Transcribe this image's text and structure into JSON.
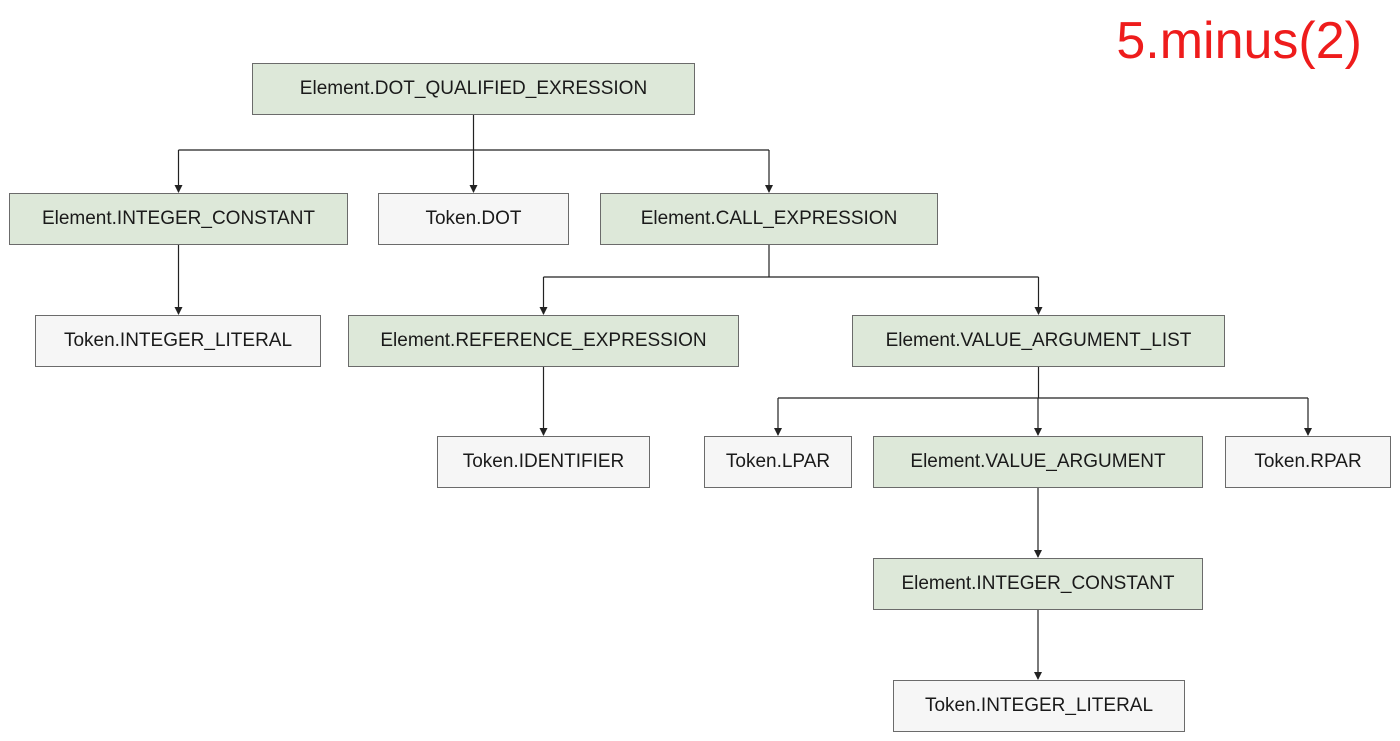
{
  "title": "5.minus(2)",
  "colors": {
    "element_fill": "#dde8d9",
    "token_fill": "#f6f6f6",
    "border": "#6b6b6b",
    "connector": "#222222",
    "title": "#ee1c1c"
  },
  "nodes": [
    {
      "id": "dot_qualified",
      "label": "Element.DOT_QUALIFIED_EXRESSION",
      "kind": "element"
    },
    {
      "id": "int_const_1",
      "label": "Element.INTEGER_CONSTANT",
      "kind": "element"
    },
    {
      "id": "token_dot",
      "label": "Token.DOT",
      "kind": "token"
    },
    {
      "id": "call_expr",
      "label": "Element.CALL_EXPRESSION",
      "kind": "element"
    },
    {
      "id": "int_literal_1",
      "label": "Token.INTEGER_LITERAL",
      "kind": "token"
    },
    {
      "id": "ref_expr",
      "label": "Element.REFERENCE_EXPRESSION",
      "kind": "element"
    },
    {
      "id": "value_arg_list",
      "label": "Element.VALUE_ARGUMENT_LIST",
      "kind": "element"
    },
    {
      "id": "identifier",
      "label": "Token.IDENTIFIER",
      "kind": "token"
    },
    {
      "id": "lpar",
      "label": "Token.LPAR",
      "kind": "token"
    },
    {
      "id": "value_arg",
      "label": "Element.VALUE_ARGUMENT",
      "kind": "element"
    },
    {
      "id": "rpar",
      "label": "Token.RPAR",
      "kind": "token"
    },
    {
      "id": "int_const_2",
      "label": "Element.INTEGER_CONSTANT",
      "kind": "element"
    },
    {
      "id": "int_literal_2",
      "label": "Token.INTEGER_LITERAL",
      "kind": "token"
    }
  ],
  "edges": [
    {
      "from": "dot_qualified",
      "to": "int_const_1"
    },
    {
      "from": "dot_qualified",
      "to": "token_dot"
    },
    {
      "from": "dot_qualified",
      "to": "call_expr"
    },
    {
      "from": "int_const_1",
      "to": "int_literal_1"
    },
    {
      "from": "call_expr",
      "to": "ref_expr"
    },
    {
      "from": "call_expr",
      "to": "value_arg_list"
    },
    {
      "from": "ref_expr",
      "to": "identifier"
    },
    {
      "from": "value_arg_list",
      "to": "lpar"
    },
    {
      "from": "value_arg_list",
      "to": "value_arg"
    },
    {
      "from": "value_arg_list",
      "to": "rpar"
    },
    {
      "from": "value_arg",
      "to": "int_const_2"
    },
    {
      "from": "int_const_2",
      "to": "int_literal_2"
    }
  ]
}
